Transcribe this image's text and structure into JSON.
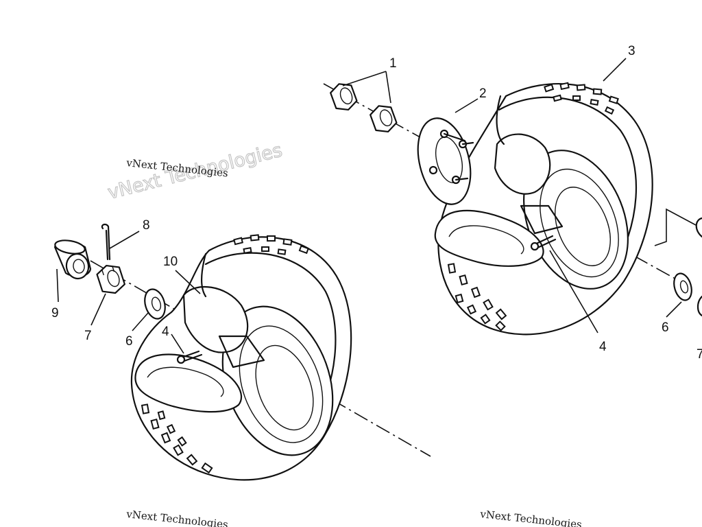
{
  "diagram": {
    "callouts": [
      "1",
      "2",
      "3",
      "4",
      "6",
      "7",
      "8",
      "9",
      "10",
      "4",
      "6",
      "7"
    ],
    "watermark": {
      "small_text": "vNext Technologies",
      "big_text": "vNext Technologies"
    }
  }
}
